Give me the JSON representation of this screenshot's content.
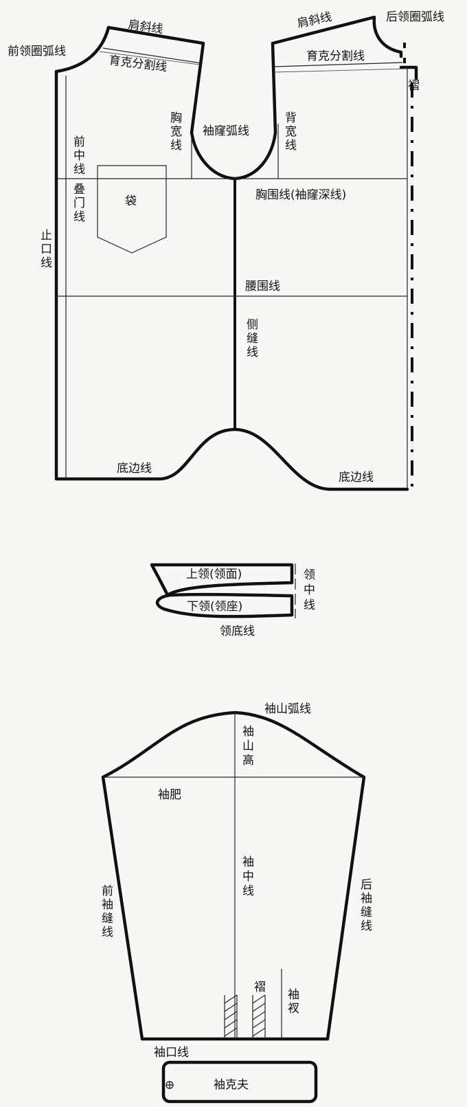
{
  "bodice": {
    "shoulder_front": "肩斜线",
    "shoulder_back": "肩斜线",
    "back_neckline": "后领圈弧线",
    "front_neckline": "前领圈弧线",
    "yoke_front": "育克分割线",
    "yoke_back": "育克分割线",
    "pleat": "褶",
    "chest_width": "胸宽线",
    "armhole": "袖窿弧线",
    "back_width": "背宽线",
    "center_front": "前中线",
    "overlap": "叠门线",
    "pocket": "袋",
    "bust_line": "胸围线(袖窿深线)",
    "placket": "止口线",
    "waist_line": "腰围线",
    "side_seam": "侧缝线",
    "hem_front": "底边线",
    "hem_back": "底边线"
  },
  "collar": {
    "upper": "上领(领面)",
    "lower": "下领(领座)",
    "center_line": "领中线",
    "base_line": "领底线"
  },
  "sleeve": {
    "cap_curve": "袖山弧线",
    "cap_height": "袖山高",
    "bicep": "袖肥",
    "center_line": "袖中线",
    "front_seam": "前袖缝线",
    "back_seam": "后袖缝线",
    "pleat": "褶",
    "placket": "袖衩",
    "cuff_line": "袖口线",
    "cuff": "袖克夫"
  }
}
